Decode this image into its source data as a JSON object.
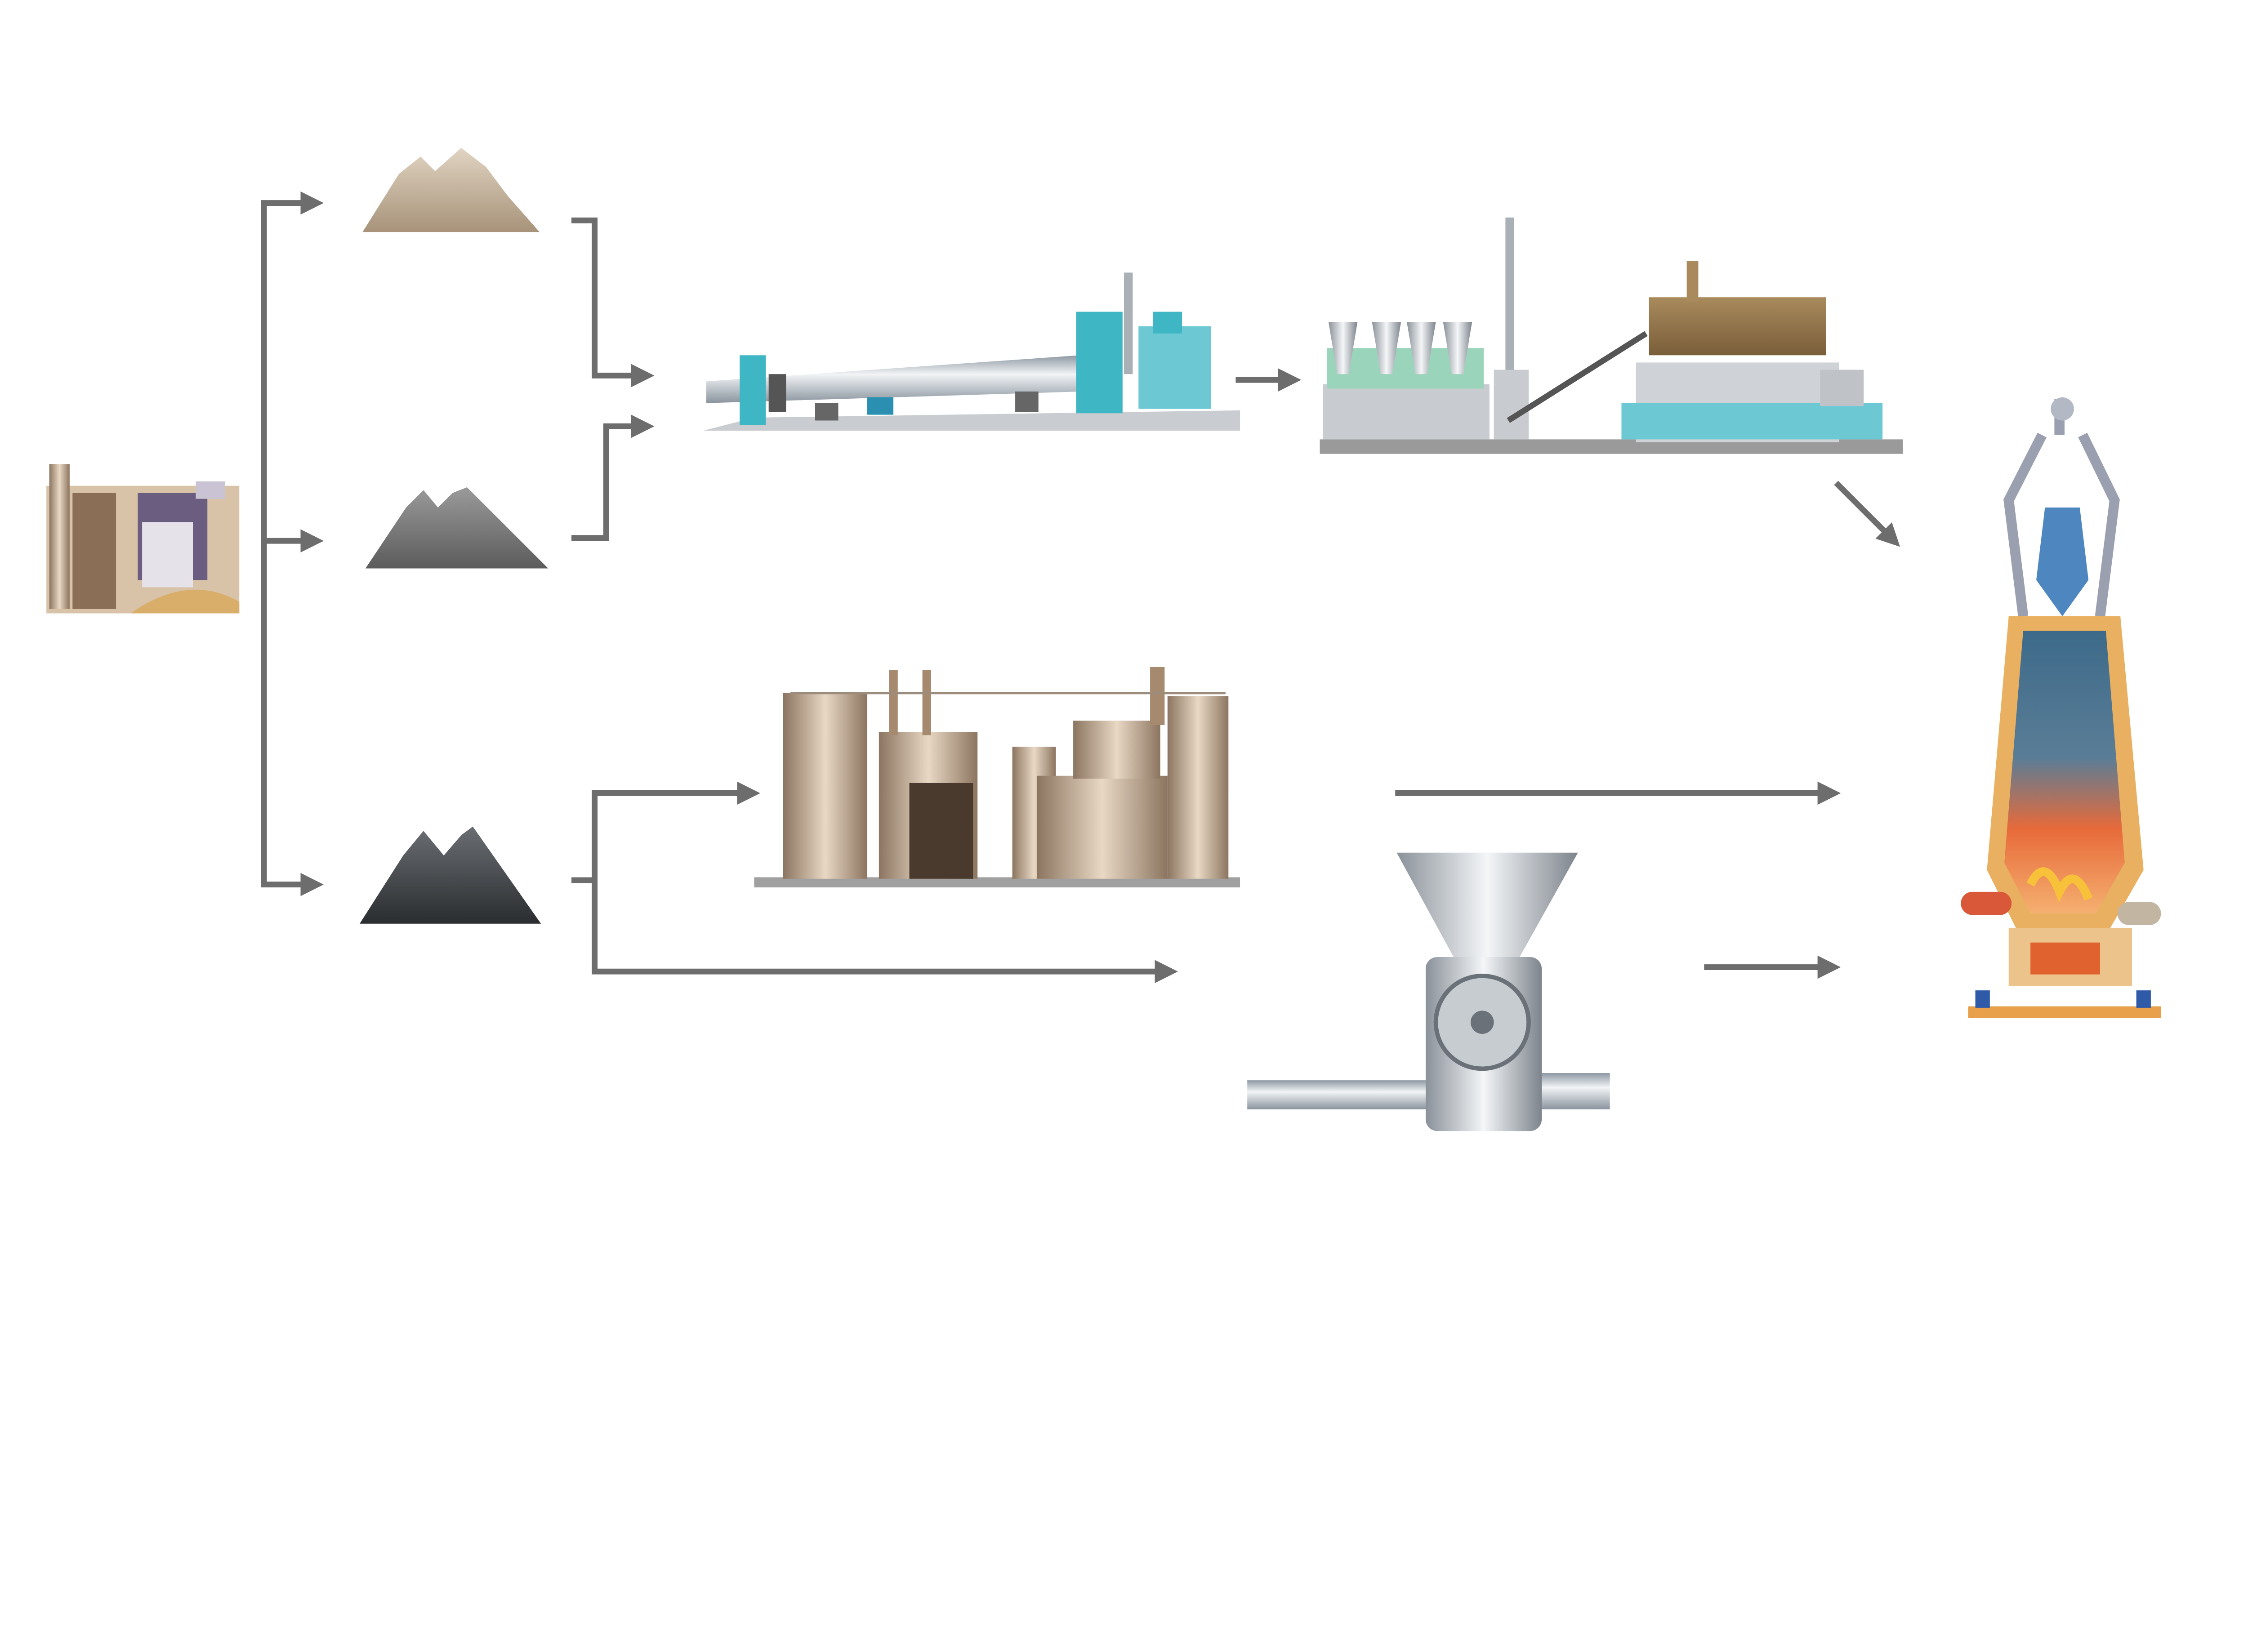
{
  "diagram": {
    "colors": {
      "arrow": "#6d6d6d",
      "sand": "#c9b8a0",
      "ore": "#7a7a7a",
      "coal": "#3e4246",
      "teal": "#3fb6c4",
      "bronze": "#b59c80",
      "furnace_orange": "#e8a04a",
      "furnace_blue": "#4e86c0"
    },
    "nodes": [
      {
        "id": "source-plant",
        "icon": "factory-icon"
      },
      {
        "id": "sand-pile",
        "icon": "sand-pile-icon"
      },
      {
        "id": "ore-pile",
        "icon": "ore-pile-icon"
      },
      {
        "id": "coal-pile",
        "icon": "coal-pile-icon"
      },
      {
        "id": "rotary-kiln",
        "icon": "rotary-kiln-icon"
      },
      {
        "id": "sinter-plant",
        "icon": "sinter-plant-icon"
      },
      {
        "id": "coke-plant",
        "icon": "coke-plant-icon"
      },
      {
        "id": "coal-mill",
        "icon": "coal-mill-icon"
      },
      {
        "id": "blast-furnace",
        "icon": "blast-furnace-icon"
      }
    ]
  }
}
